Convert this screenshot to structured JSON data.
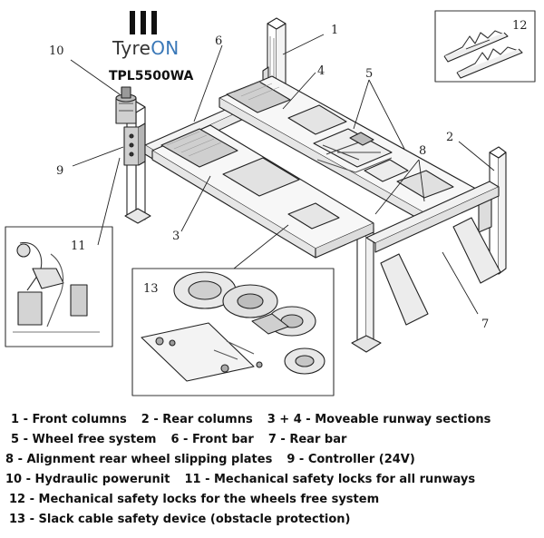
{
  "brand": {
    "name_plain": "Tyre",
    "name_accent": "ON",
    "model": "TPL5500WA",
    "accent_color": "#3a78b8",
    "logo_icon": "tyreon-logo-bars"
  },
  "callouts": [
    "1",
    "2",
    "3",
    "4",
    "5",
    "6",
    "7",
    "8",
    "9",
    "10",
    "11",
    "12",
    "13"
  ],
  "legend": {
    "rows": [
      [
        {
          "num": "1",
          "sep": " - ",
          "text": "Front columns"
        },
        {
          "num": "2",
          "sep": " - ",
          "text": "Rear columns"
        },
        {
          "num": "3 + 4",
          "sep": " - ",
          "text": "Moveable runway sections"
        }
      ],
      [
        {
          "num": "5",
          "sep": " - ",
          "text": "Wheel free system"
        },
        {
          "num": "6",
          "sep": " - ",
          "text": "Front bar"
        },
        {
          "num": "7",
          "sep": " - ",
          "text": "Rear bar"
        }
      ],
      [
        {
          "num": "8",
          "sep": " - ",
          "text": "Alignment rear wheel slipping plates"
        },
        {
          "num": "9",
          "sep": " - ",
          "text": "Controller (24V)"
        }
      ],
      [
        {
          "num": "10",
          "sep": " - ",
          "text": "Hydraulic powerunit"
        },
        {
          "num": "11",
          "sep": " - ",
          "text": "Mechanical safety locks for all runways"
        }
      ],
      [
        {
          "num": "12",
          "sep": " - ",
          "text": "Mechanical safety locks for the wheels free system"
        }
      ],
      [
        {
          "num": "13",
          "sep": " - ",
          "text": "Slack cable safety device (obstacle protection)"
        }
      ]
    ]
  }
}
